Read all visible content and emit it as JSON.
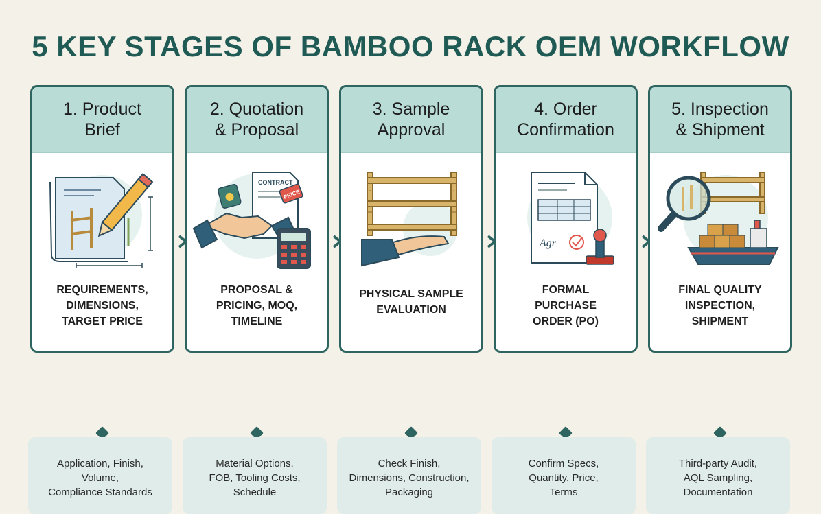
{
  "title": "5 KEY STAGES OF BAMBOO RACK OEM WORKFLOW",
  "colors": {
    "dark_teal": "#2f6560",
    "header_teal": "#b9dcd6",
    "sub_bg": "#dfece9",
    "title": "#1f5a55",
    "page_bg": "#f4f1e8"
  },
  "stages": [
    {
      "heading_line1": "1. Product",
      "heading_line2": "Brief",
      "icon": "blueprint-pencil-icon",
      "desc_line1": "REQUIREMENTS,",
      "desc_line2": "DIMENSIONS,",
      "desc_line3": "TARGET PRICE",
      "sub_line1": "Application, Finish,",
      "sub_line2": "Volume,",
      "sub_line3": "Compliance Standards"
    },
    {
      "heading_line1": "2. Quotation",
      "heading_line2": "& Proposal",
      "icon": "handshake-contract-icon",
      "contract_label": "CONTRACT",
      "tag_label": "PRICE",
      "desc_line1": "PROPOSAL &",
      "desc_line2": "PRICING, MOQ,",
      "desc_line3": "TIMELINE",
      "sub_line1": "Material Options,",
      "sub_line2": "FOB, Tooling Costs,",
      "sub_line3": "Schedule"
    },
    {
      "heading_line1": "3. Sample",
      "heading_line2": "Approval",
      "icon": "rack-hand-icon",
      "desc_line1": "PHYSICAL SAMPLE",
      "desc_line2": "EVALUATION",
      "sub_line1": "Check Finish,",
      "sub_line2": "Dimensions, Construction,",
      "sub_line3": "Packaging"
    },
    {
      "heading_line1": "4. Order",
      "heading_line2": "Confirmation",
      "icon": "purchase-order-stamp-icon",
      "signature": "Agr",
      "desc_line1": "FORMAL",
      "desc_line2": "PURCHASE",
      "desc_line3": "ORDER (PO)",
      "sub_line1": "Confirm Specs,",
      "sub_line2": "Quantity, Price,",
      "sub_line3": "Terms"
    },
    {
      "heading_line1": "5. Inspection",
      "heading_line2": "& Shipment",
      "icon": "magnifier-ship-icon",
      "desc_line1": "FINAL QUALITY",
      "desc_line2": "INSPECTION,",
      "desc_line3": "SHIPMENT",
      "sub_line1": "Third-party Audit,",
      "sub_line2": "AQL Sampling,",
      "sub_line3": "Documentation"
    }
  ]
}
